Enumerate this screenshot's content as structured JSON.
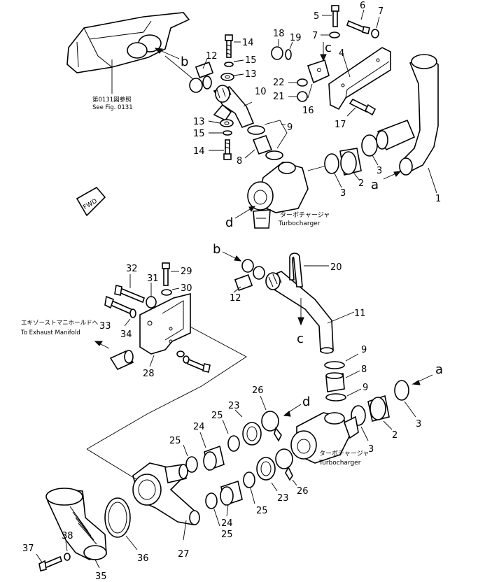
{
  "callouts": {
    "c1": "1",
    "c2a": "2",
    "c2b": "2",
    "c3a": "3",
    "c3b": "3",
    "c3c": "3",
    "c3d": "3",
    "c4": "4",
    "c5": "5",
    "c6": "6",
    "c7a": "7",
    "c7b": "7",
    "c8a": "8",
    "c8b": "8",
    "c9a": "9",
    "c9b": "9",
    "c9c": "9",
    "c10": "10",
    "c11": "11",
    "c12a": "12",
    "c12b": "12",
    "c13a": "13",
    "c13b": "13",
    "c14a": "14",
    "c14b": "14",
    "c15a": "15",
    "c15b": "15",
    "c16": "16",
    "c17": "17",
    "c18": "18",
    "c19": "19",
    "c20": "20",
    "c21": "21",
    "c22": "22",
    "c23a": "23",
    "c23b": "23",
    "c24a": "24",
    "c24b": "24",
    "c25a": "25",
    "c25b": "25",
    "c25c": "25",
    "c25d": "25",
    "c26a": "26",
    "c26b": "26",
    "c27": "27",
    "c28": "28",
    "c29": "29",
    "c30": "30",
    "c31": "31",
    "c32": "32",
    "c33": "33",
    "c34": "34",
    "c35": "35",
    "c36": "36",
    "c37": "37",
    "c38": "38"
  },
  "letters": {
    "a_top": "a",
    "a_bottom": "a",
    "b_top": "b",
    "b_bottom": "b",
    "c_top": "c",
    "c_bottom": "c",
    "d_top": "d",
    "d_bottom": "d"
  },
  "notes": {
    "see_fig_jp": "第0131図参照",
    "see_fig_en": "See Fig. 0131",
    "turbo_jp_top": "ターボチャージャ",
    "turbo_en_top": "Turbocharger",
    "turbo_jp_bottom": "ターボチャージャ",
    "turbo_en_bottom": "Turbocharger",
    "exhaust_jp": "エキゾーストマニホールドへ",
    "exhaust_en": "To Exhaust Manifold",
    "fwd": "FWD"
  }
}
